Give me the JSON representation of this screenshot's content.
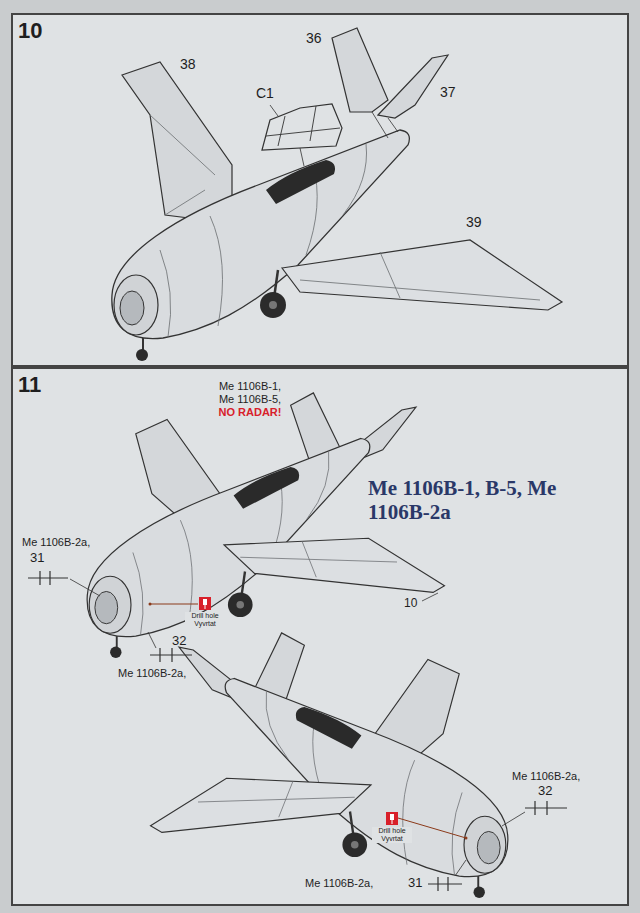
{
  "diagram": {
    "labels": [
      "10",
      "38",
      "C1",
      "36",
      "37",
      "39",
      "11",
      "Me 1106B-1,",
      "Me 1106B-5,",
      "NO RADAR!",
      "Me 1106B-1, B-5, Me 1106B-2a",
      "Me 1106B-2a,",
      "31",
      "32",
      "Me 1106B-2a,",
      "Drill hole Vyvrtat",
      "10",
      "Me 1106B-2a,",
      "32",
      "Drill hole Vyvrtat",
      "Me 1106B-2a,",
      "31"
    ]
  }
}
